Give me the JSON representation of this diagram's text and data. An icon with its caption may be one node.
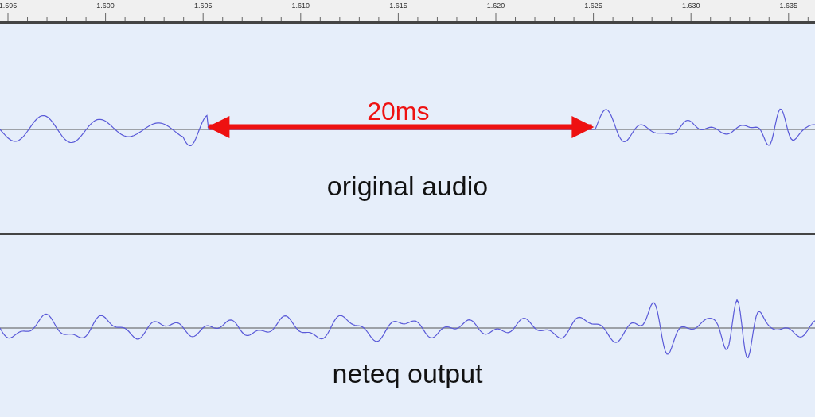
{
  "diagram": {
    "nodes": [
      {
        "text": [
          "original audio"
        ]
      },
      {
        "text": [
          "neteq output"
        ]
      }
    ],
    "labels": [
      "1.595",
      "1.600",
      "1.605",
      "1.610",
      "1.615",
      "1.620",
      "1.625",
      "1.630",
      "1.635",
      "20ms"
    ]
  }
}
